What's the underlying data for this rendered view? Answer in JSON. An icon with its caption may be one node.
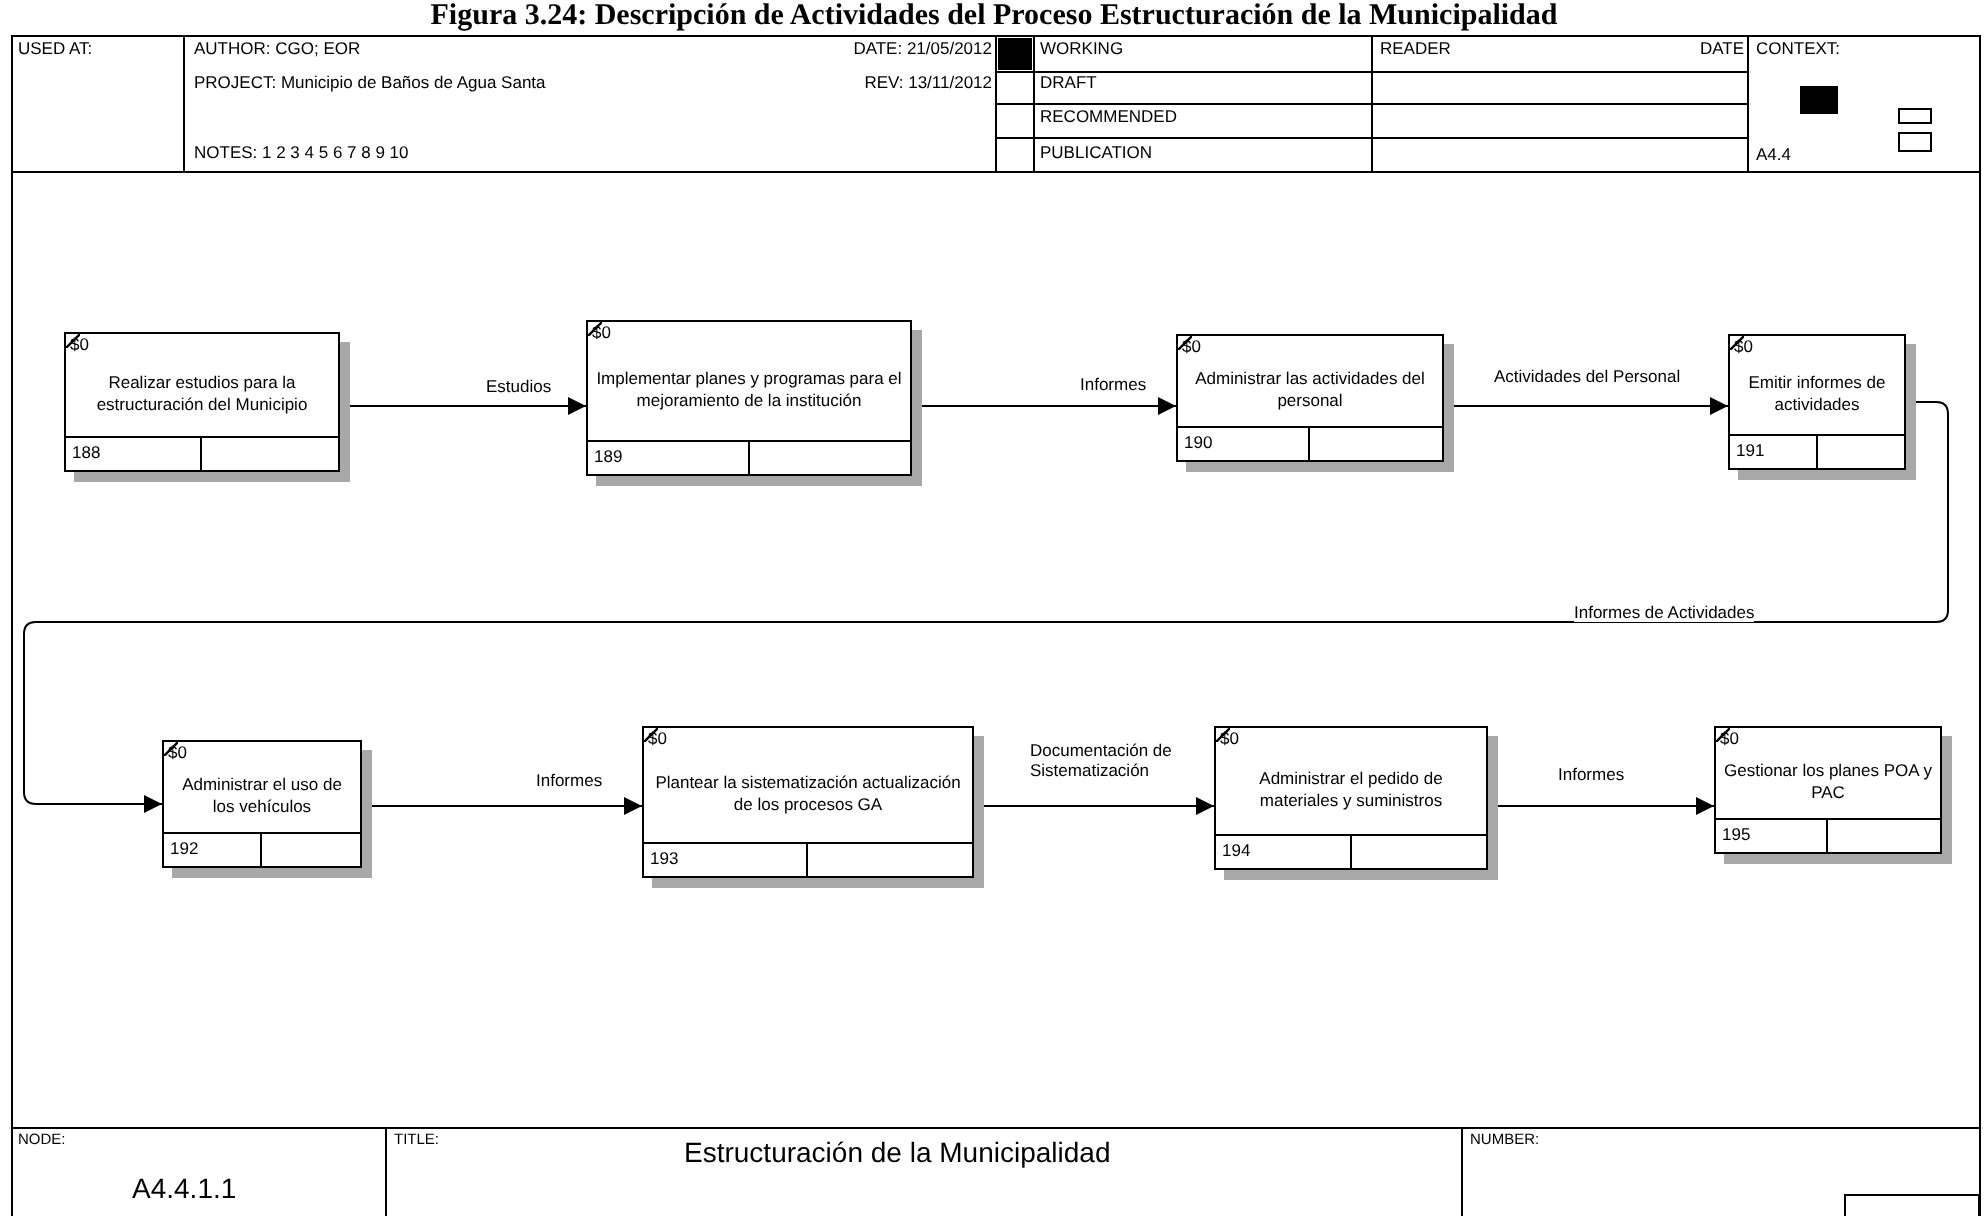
{
  "diagram": {
    "title": "Figura 3.24: Descripción de Actividades del Proceso Estructuración de la Municipalidad",
    "nodes": [
      {
        "text": [
          "$0",
          "Realizar estudios para la estructuración del Municipio",
          "188"
        ]
      },
      {
        "text": [
          "$0",
          "Implementar planes y programas para el mejoramiento de la institución",
          "189"
        ]
      },
      {
        "text": [
          "$0",
          "Administrar las actividades del personal",
          "190"
        ]
      },
      {
        "text": [
          "$0",
          "Emitir informes de actividades",
          "191"
        ]
      },
      {
        "text": [
          "$0",
          "Administrar el uso de los vehículos",
          "192"
        ]
      },
      {
        "text": [
          "$0",
          "Plantear la sistematización actualización de los procesos GA",
          "193"
        ]
      },
      {
        "text": [
          "$0",
          "Administrar el pedido de materiales y suministros",
          "194"
        ]
      },
      {
        "text": [
          "$0",
          "Gestionar los planes POA y PAC",
          "195"
        ]
      }
    ],
    "edges": [
      {
        "from": 0,
        "to": 1,
        "arrow": "to",
        "label": "Estudios"
      },
      {
        "from": 1,
        "to": 2,
        "arrow": "to",
        "label": "Informes"
      },
      {
        "from": 2,
        "to": 3,
        "arrow": "to",
        "label": "Actividades del Personal"
      },
      {
        "from": 3,
        "to": 4,
        "arrow": "to",
        "label": "Informes de Actividades"
      },
      {
        "from": 4,
        "to": 5,
        "arrow": "to",
        "label": "Informes"
      },
      {
        "from": 5,
        "to": 6,
        "arrow": "to",
        "label": "Documentación de Sistematización"
      },
      {
        "from": 6,
        "to": 7,
        "arrow": "to",
        "label": "Informes"
      }
    ],
    "labels": [
      "USED AT:",
      "AUTHOR: CGO; EOR",
      "DATE: 21/05/2012",
      "WORKING",
      "READER",
      "DATE",
      "CONTEXT:",
      "PROJECT: Municipio de Baños de Agua Santa",
      "REV: 13/11/2012",
      "DRAFT",
      "RECOMMENDED",
      "NOTES: 1 2 3 4 5 6 7 8 9 10",
      "PUBLICATION",
      "A4.4",
      "NODE:",
      "A4.4.1.1",
      "TITLE:",
      "Estructuración de la  Municipalidad",
      "NUMBER:"
    ]
  }
}
